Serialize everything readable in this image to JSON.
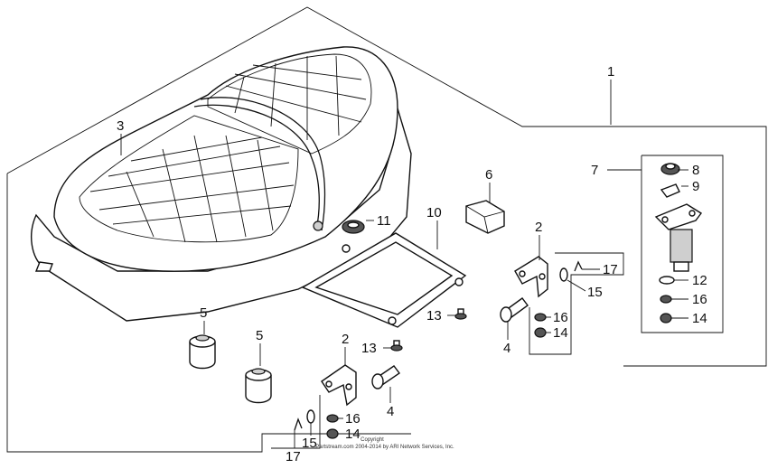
{
  "callouts": [
    {
      "id": "c1",
      "text": "1"
    },
    {
      "id": "c2a",
      "text": "2"
    },
    {
      "id": "c2b",
      "text": "2"
    },
    {
      "id": "c3",
      "text": "3"
    },
    {
      "id": "c4a",
      "text": "4"
    },
    {
      "id": "c4b",
      "text": "4"
    },
    {
      "id": "c5a",
      "text": "5"
    },
    {
      "id": "c5b",
      "text": "5"
    },
    {
      "id": "c6",
      "text": "6"
    },
    {
      "id": "c7",
      "text": "7"
    },
    {
      "id": "c8",
      "text": "8"
    },
    {
      "id": "c9",
      "text": "9"
    },
    {
      "id": "c10",
      "text": "10"
    },
    {
      "id": "c11",
      "text": "11"
    },
    {
      "id": "c12",
      "text": "12"
    },
    {
      "id": "c13a",
      "text": "13"
    },
    {
      "id": "c13b",
      "text": "13"
    },
    {
      "id": "c14a",
      "text": "14"
    },
    {
      "id": "c14b",
      "text": "14"
    },
    {
      "id": "c14c",
      "text": "14"
    },
    {
      "id": "c15a",
      "text": "15"
    },
    {
      "id": "c15b",
      "text": "15"
    },
    {
      "id": "c16a",
      "text": "16"
    },
    {
      "id": "c16b",
      "text": "16"
    },
    {
      "id": "c16c",
      "text": "16"
    },
    {
      "id": "c17a",
      "text": "17"
    },
    {
      "id": "c17b",
      "text": "17"
    }
  ],
  "copyright": {
    "line1": "Copyright",
    "line2": "Partstream.com 2004-2014 by ARI Network Services, Inc."
  }
}
